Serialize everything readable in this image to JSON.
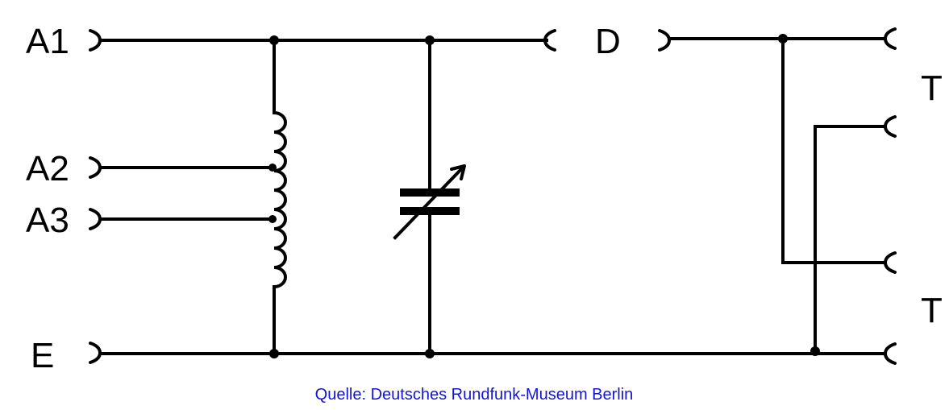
{
  "labels": {
    "a1": "A1",
    "a2": "A2",
    "a3": "A3",
    "e": "E",
    "d": "D",
    "t_top": "T",
    "t_bottom": "T"
  },
  "credit": "Quelle: Deutsches Rundfunk-Museum Berlin"
}
